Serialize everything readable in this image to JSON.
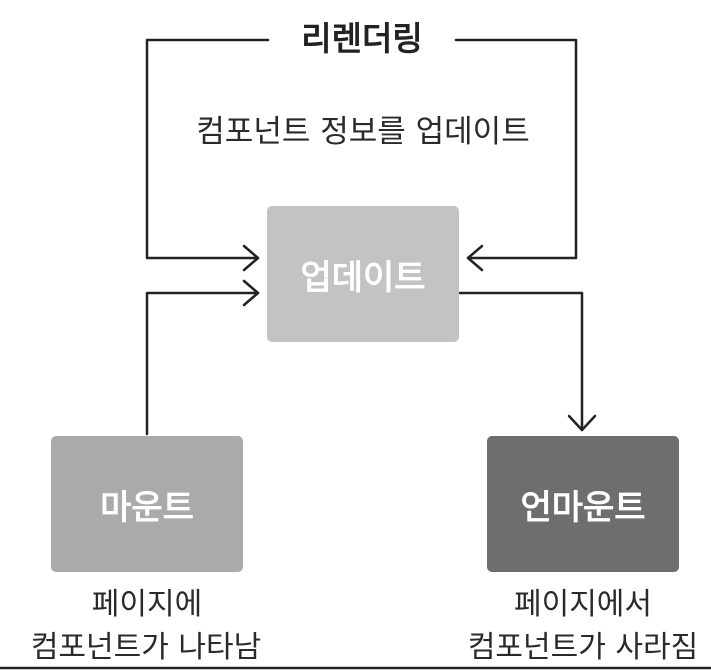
{
  "diagram": {
    "loop_label": "리렌더링",
    "loop_caption": "컴포넌트 정보를 업데이트",
    "nodes": {
      "update": {
        "label": "업데이트",
        "color": "#c3c3c3"
      },
      "mount": {
        "label": "마운트",
        "color": "#aaaaaa"
      },
      "unmount": {
        "label": "언마운트",
        "color": "#6e6e6e"
      }
    },
    "captions": {
      "mount_line1": "페이지에",
      "mount_line2": "컴포넌트가 나타남",
      "unmount_line1": "페이지에서",
      "unmount_line2": "컴포넌트가 사라짐"
    },
    "line_color": "#222222"
  }
}
